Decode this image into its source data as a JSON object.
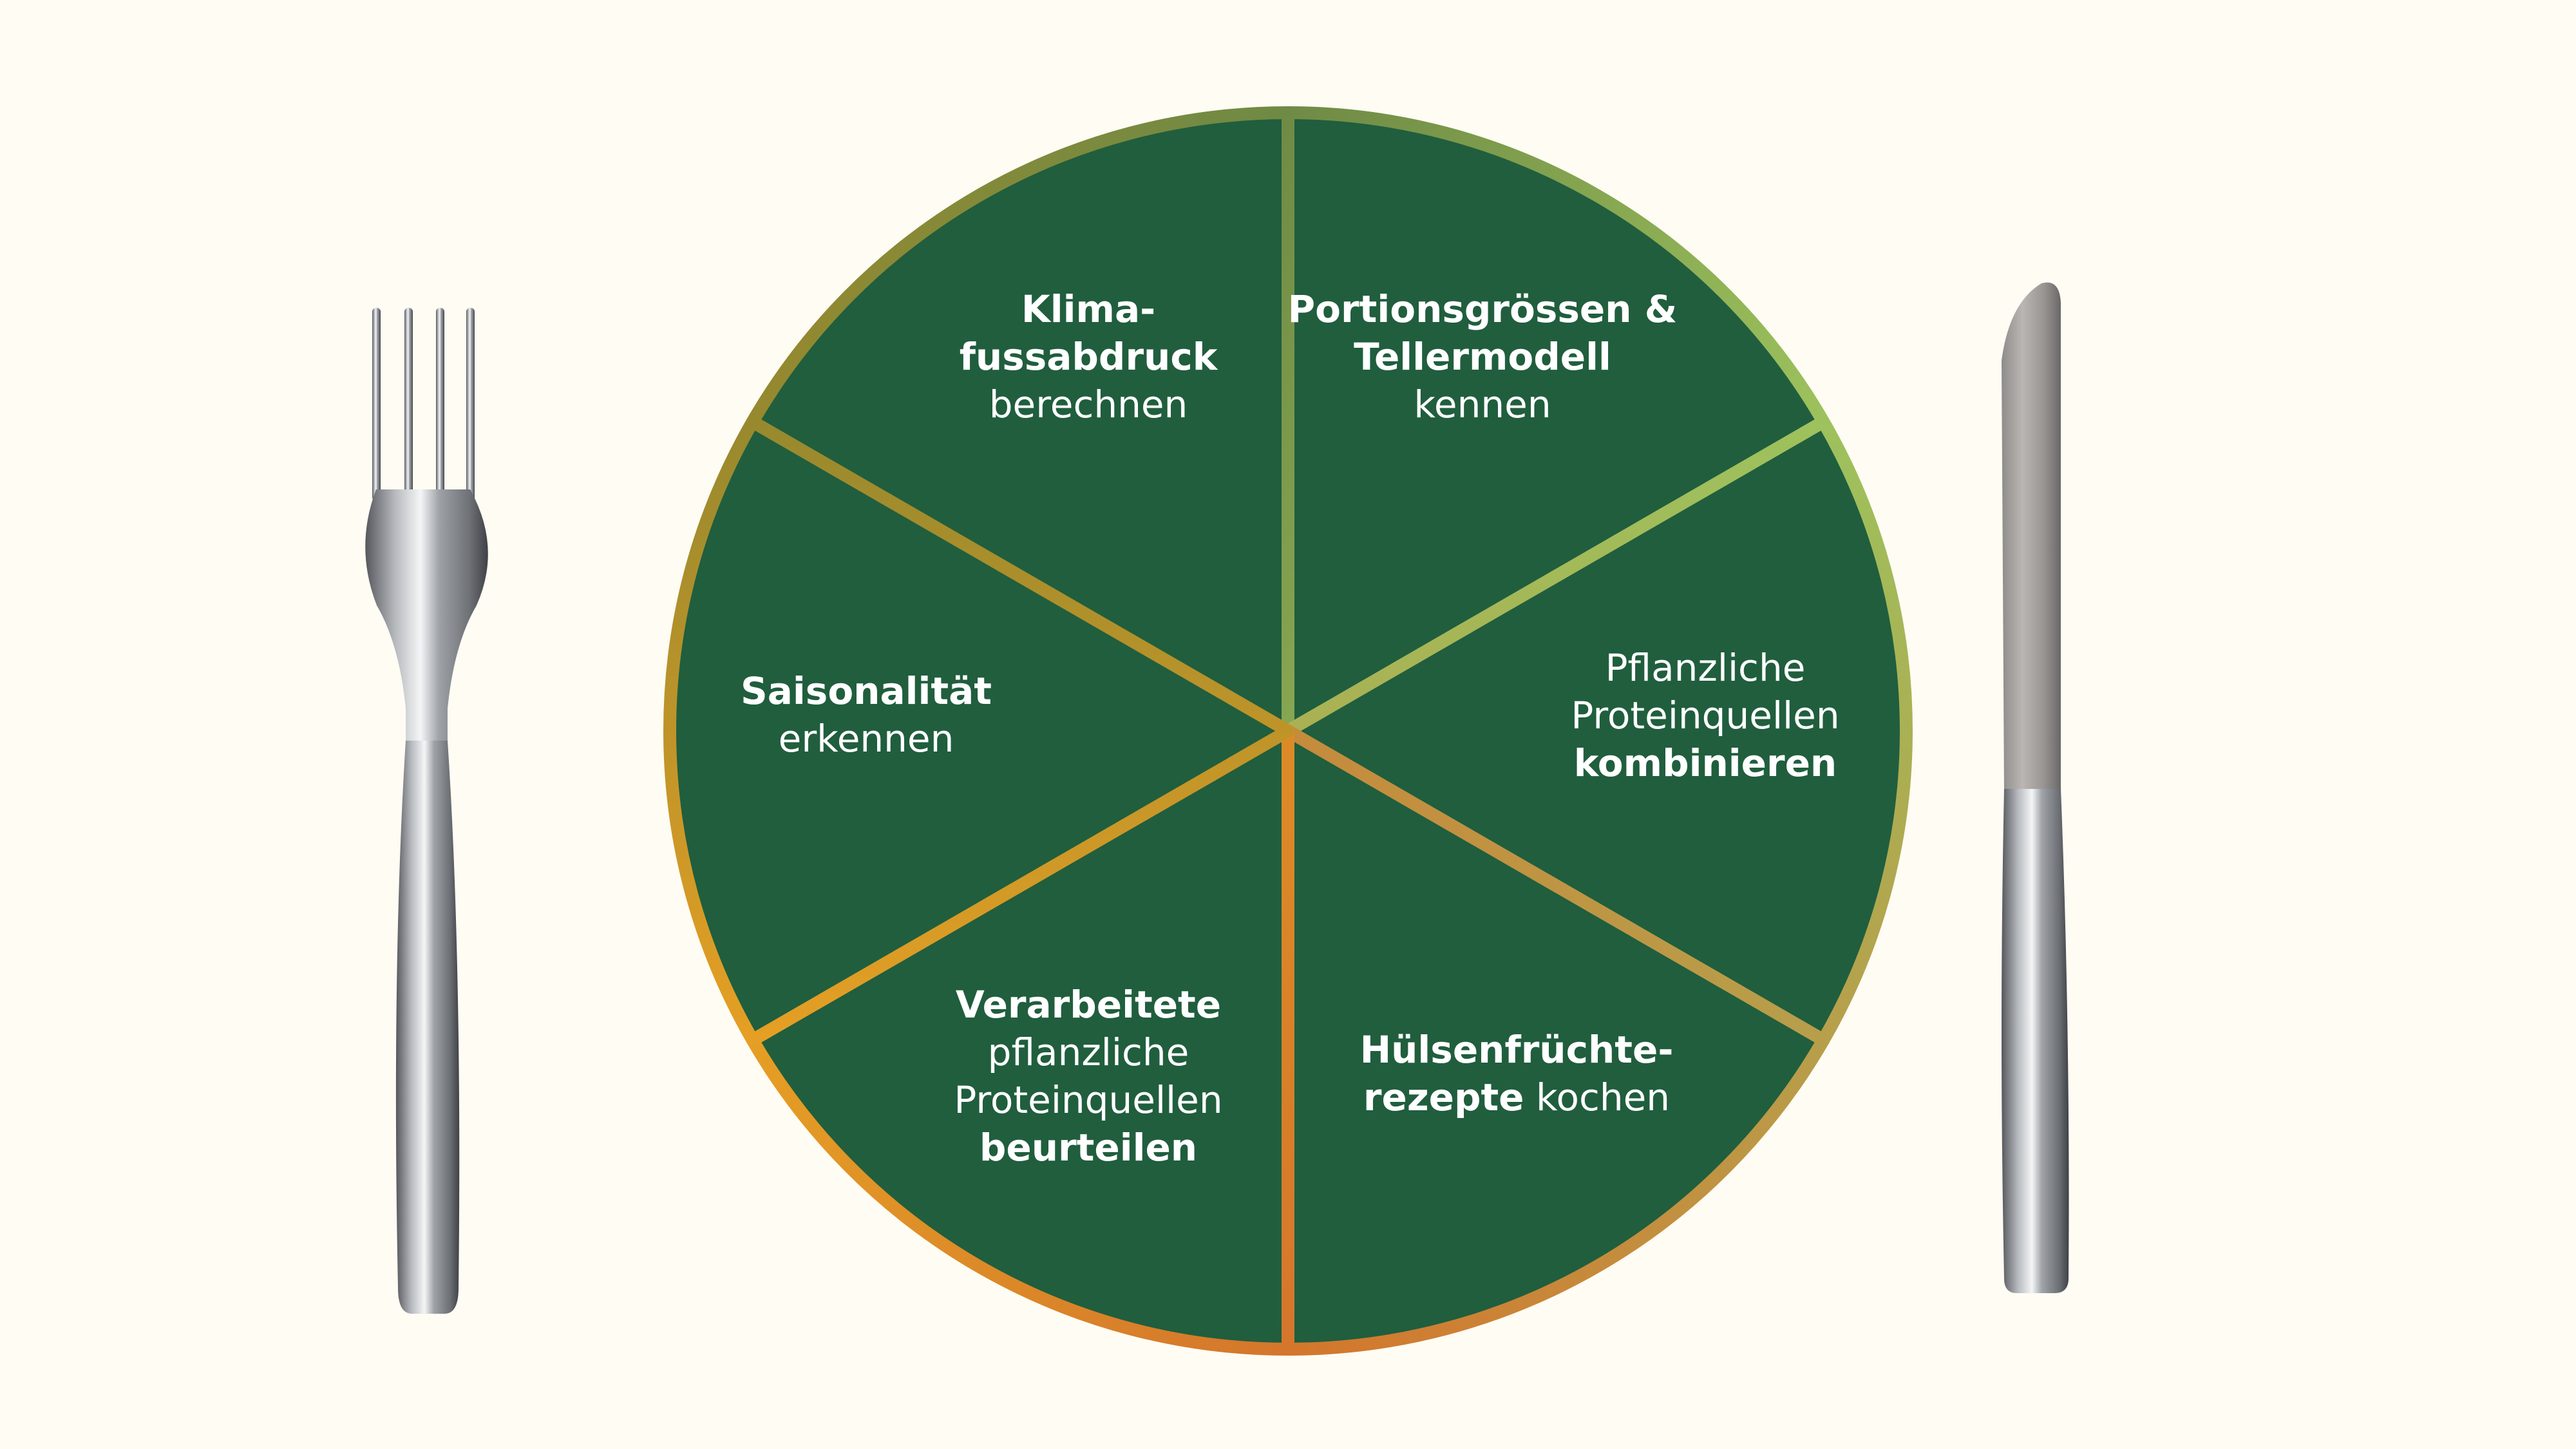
{
  "colors": {
    "background": "#fefcf3",
    "plate": "#205e3e",
    "text": "#ffffff",
    "rim_top": "#6f8a45",
    "rim_top_right": "#9dc25d",
    "rim_right": "#b79f4b",
    "rim_bottom_right": "#d4762c",
    "rim_bottom_left": "#e59f24",
    "rim_left": "#97892e"
  },
  "icons": {
    "fork": "fork-icon",
    "knife": "knife-icon"
  },
  "segments": [
    {
      "id": "klima",
      "lines": [
        [
          {
            "t": "Klima-",
            "b": true
          }
        ],
        [
          {
            "t": "fussabdruck",
            "b": true
          }
        ],
        [
          {
            "t": "berechnen",
            "b": false
          }
        ]
      ]
    },
    {
      "id": "portionen",
      "lines": [
        [
          {
            "t": "Portionsgrössen &",
            "b": true
          }
        ],
        [
          {
            "t": "Tellermodell",
            "b": true
          }
        ],
        [
          {
            "t": "kennen",
            "b": false
          }
        ]
      ]
    },
    {
      "id": "proteine-kombinieren",
      "lines": [
        [
          {
            "t": "Pflanzliche",
            "b": false
          }
        ],
        [
          {
            "t": "Proteinquellen",
            "b": false
          }
        ],
        [
          {
            "t": "kombinieren",
            "b": true
          }
        ]
      ]
    },
    {
      "id": "huelsenfruechte",
      "lines": [
        [
          {
            "t": "Hülsenfrüchte-",
            "b": true
          }
        ],
        [
          {
            "t": "rezepte",
            "b": true
          },
          {
            "t": " kochen",
            "b": false
          }
        ]
      ]
    },
    {
      "id": "verarbeitete",
      "lines": [
        [
          {
            "t": "Verarbeitete",
            "b": true
          }
        ],
        [
          {
            "t": "pflanzliche",
            "b": false
          }
        ],
        [
          {
            "t": "Proteinquellen",
            "b": false
          }
        ],
        [
          {
            "t": "beurteilen",
            "b": true
          }
        ]
      ]
    },
    {
      "id": "saisonalitaet",
      "lines": [
        [
          {
            "t": "Saisonalität",
            "b": true
          }
        ],
        [
          {
            "t": "erkennen",
            "b": false
          }
        ]
      ]
    }
  ]
}
